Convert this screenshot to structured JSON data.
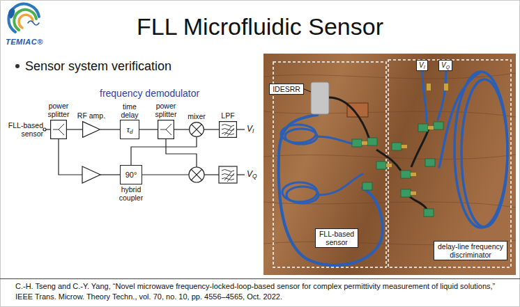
{
  "diagram": {
    "title": "FLL Microfluidic Sensor",
    "caption": "C.-H. Tseng and C.-Y. Yang, “Novel microwave frequency-locked-loop-based sensor for complex permittivity measurement of liquid solutions,” IEEE Trans. Microw. Theory Techn., vol. 70, no. 10, pp. 4556–4565, Oct. 2022.",
    "nodes": [
      {
        "text": [
          "power splitter"
        ]
      },
      {
        "text": [
          "RF amp."
        ]
      },
      {
        "text": [
          "time delay",
          "τd"
        ]
      },
      {
        "text": [
          "power splitter"
        ]
      },
      {
        "text": [
          "mixer"
        ]
      },
      {
        "text": [
          "LPF"
        ]
      },
      {
        "text": [
          "90°",
          "hybrid coupler"
        ]
      },
      {
        "text": [
          "IDESRR"
        ]
      },
      {
        "text": [
          "FLL-based sensor"
        ]
      },
      {
        "text": [
          "delay-line frequency discriminator"
        ]
      }
    ],
    "edges": [
      {
        "from": 0,
        "to": 1,
        "arrow": "none"
      },
      {
        "from": 1,
        "to": 2,
        "arrow": "none"
      },
      {
        "from": 2,
        "to": 3,
        "arrow": "none"
      },
      {
        "from": 3,
        "to": 4,
        "arrow": "none"
      },
      {
        "from": 4,
        "to": 5,
        "arrow": "none"
      },
      {
        "from": 6,
        "to": 4,
        "arrow": "none"
      }
    ],
    "labels": [
      "TEMIAC®",
      "Sensor system verification",
      "frequency demodulator",
      "FLL-based sensor",
      "VI",
      "VQ",
      "VI",
      "VQ"
    ]
  }
}
